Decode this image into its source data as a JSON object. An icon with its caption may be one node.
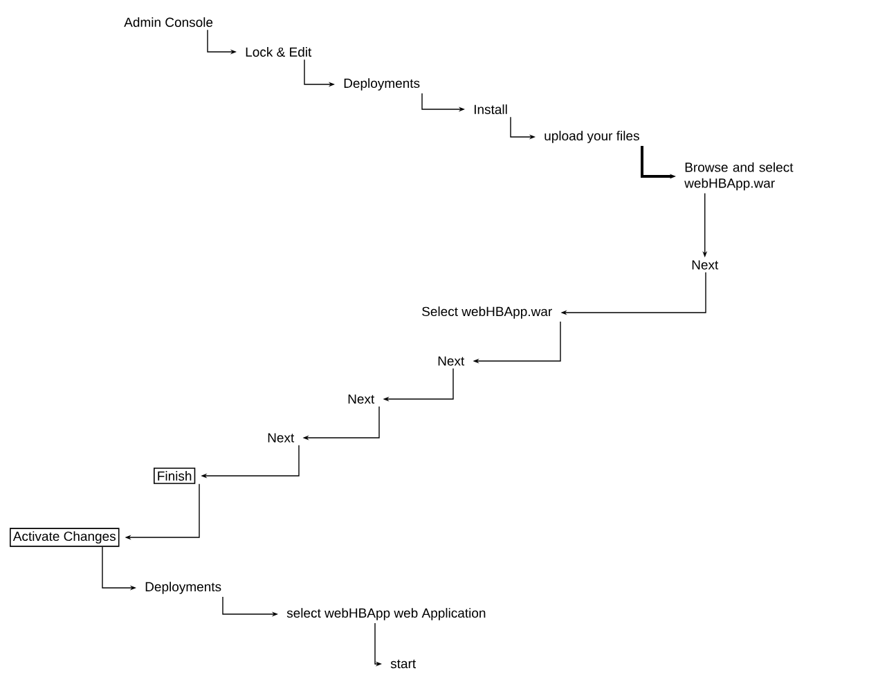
{
  "diagram": {
    "nodes": [
      {
        "text": [
          "Admin Console"
        ]
      },
      {
        "text": [
          "Lock & Edit"
        ]
      },
      {
        "text": [
          "Deployments"
        ]
      },
      {
        "text": [
          "Install"
        ]
      },
      {
        "text": [
          "upload your files"
        ]
      },
      {
        "text": [
          "Browse and select webHBApp.war"
        ]
      },
      {
        "text": [
          "Next"
        ]
      },
      {
        "text": [
          "Select webHBApp.war"
        ]
      },
      {
        "text": [
          "Next"
        ]
      },
      {
        "text": [
          "Next"
        ]
      },
      {
        "text": [
          "Next"
        ]
      },
      {
        "text": [
          "Finish"
        ]
      },
      {
        "text": [
          "Activate Changes"
        ]
      },
      {
        "text": [
          "Deployments"
        ]
      },
      {
        "text": [
          "select webHBApp web Application"
        ]
      },
      {
        "text": [
          "start"
        ]
      }
    ],
    "edges": [
      {
        "from": 0,
        "to": 1,
        "arrow": "to"
      },
      {
        "from": 1,
        "to": 2,
        "arrow": "to"
      },
      {
        "from": 2,
        "to": 3,
        "arrow": "to"
      },
      {
        "from": 3,
        "to": 4,
        "arrow": "to"
      },
      {
        "from": 4,
        "to": 5,
        "arrow": "to",
        "style": "thick"
      },
      {
        "from": 5,
        "to": 6,
        "arrow": "to"
      },
      {
        "from": 6,
        "to": 7,
        "arrow": "to"
      },
      {
        "from": 7,
        "to": 8,
        "arrow": "to"
      },
      {
        "from": 8,
        "to": 9,
        "arrow": "to"
      },
      {
        "from": 9,
        "to": 10,
        "arrow": "to"
      },
      {
        "from": 10,
        "to": 11,
        "arrow": "to"
      },
      {
        "from": 11,
        "to": 12,
        "arrow": "to"
      },
      {
        "from": 12,
        "to": 13,
        "arrow": "to"
      },
      {
        "from": 13,
        "to": 14,
        "arrow": "to"
      },
      {
        "from": 14,
        "to": 15,
        "arrow": "to"
      }
    ]
  }
}
